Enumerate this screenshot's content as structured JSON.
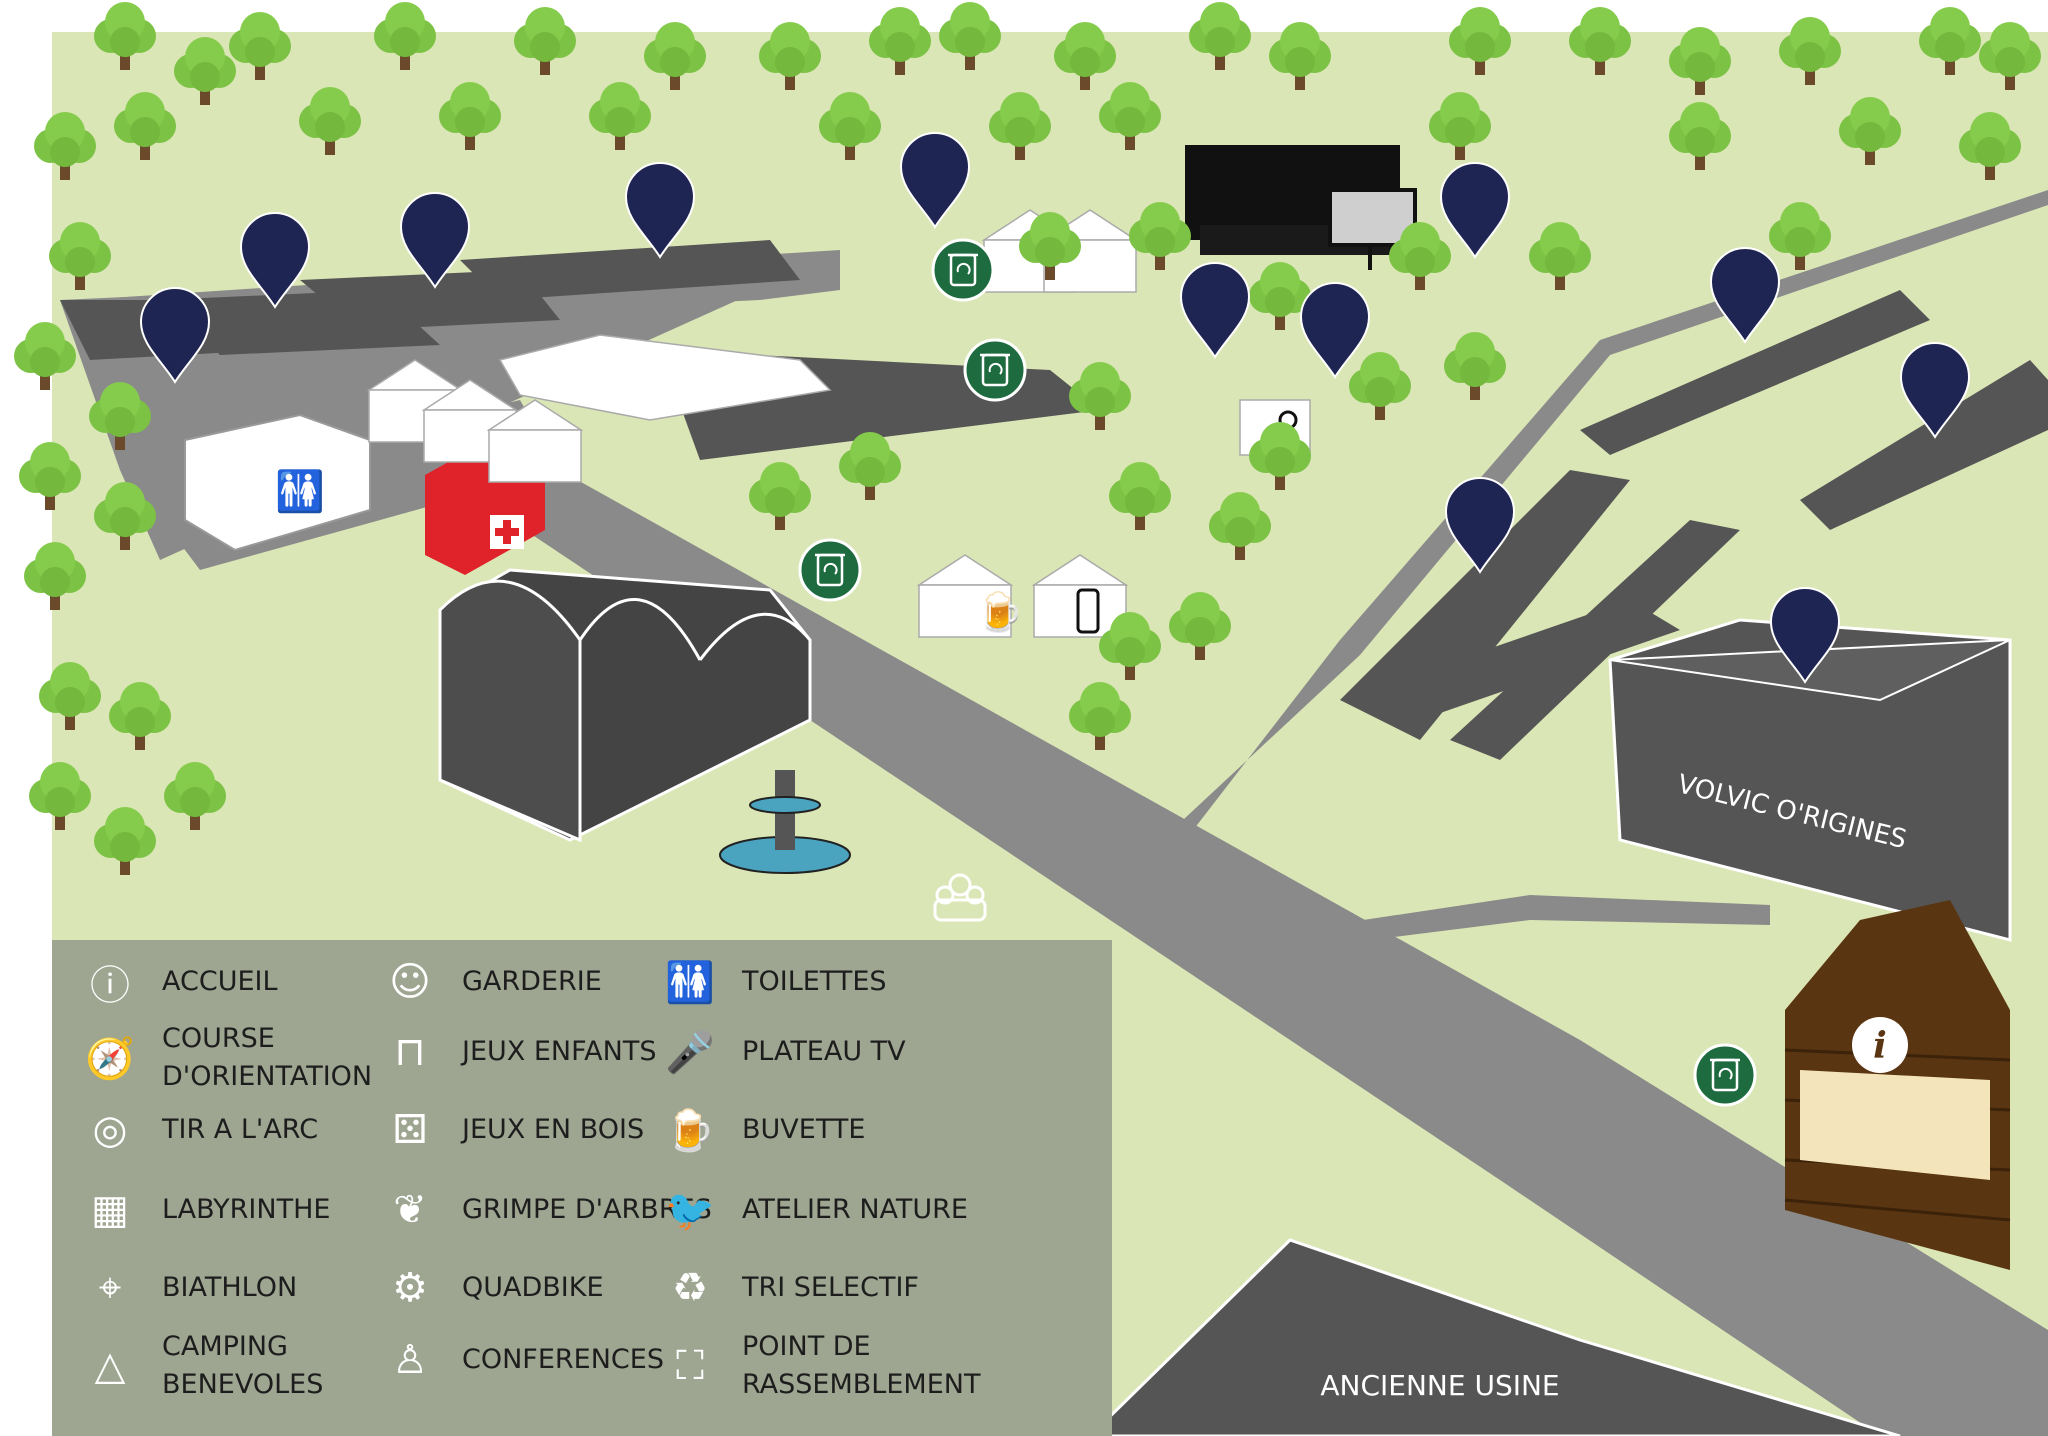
{
  "map": {
    "buildings": {
      "volvic": "VOLVIC O'RIGINES",
      "usine": "ANCIENNE USINE"
    },
    "colors": {
      "grass": "#dbe6b6",
      "road": "#8a8a8a",
      "dark_plot": "#555555",
      "pin": "#1f2552",
      "recycle": "#1d6b3f",
      "first_aid": "#e0232b",
      "chalet": "#5a3512",
      "tree": "#7cc244",
      "legend_bg": "#9ea591"
    }
  },
  "legend": {
    "col1": [
      {
        "icon": "info-icon",
        "label": "ACCUEIL"
      },
      {
        "icon": "compass-icon",
        "label": "COURSE\nD'ORIENTATION"
      },
      {
        "icon": "target-icon",
        "label": "TIR A L'ARC"
      },
      {
        "icon": "maze-icon",
        "label": "LABYRINTHE"
      },
      {
        "icon": "shooter-icon",
        "label": "BIATHLON"
      },
      {
        "icon": "tent-icon",
        "label": "CAMPING\nBENEVOLES"
      }
    ],
    "col2": [
      {
        "icon": "children-icon",
        "label": "GARDERIE"
      },
      {
        "icon": "playground-icon",
        "label": "JEUX ENFANTS"
      },
      {
        "icon": "board-games-icon",
        "label": "JEUX EN BOIS"
      },
      {
        "icon": "tree-climb-icon",
        "label": "GRIMPE D'ARBRES"
      },
      {
        "icon": "quadbike-icon",
        "label": "QUADBIKE"
      },
      {
        "icon": "speaker-icon",
        "label": "CONFERENCES"
      }
    ],
    "col3": [
      {
        "icon": "toilets-icon",
        "label": "TOILETTES"
      },
      {
        "icon": "microphone-icon",
        "label": "PLATEAU TV"
      },
      {
        "icon": "beer-icon",
        "label": "BUVETTE"
      },
      {
        "icon": "bird-icon",
        "label": "ATELIER NATURE"
      },
      {
        "icon": "recycle-bin-icon",
        "label": "TRI SELECTIF"
      },
      {
        "icon": "assembly-icon",
        "label": "POINT DE\nRASSEMBLEMENT"
      }
    ]
  }
}
